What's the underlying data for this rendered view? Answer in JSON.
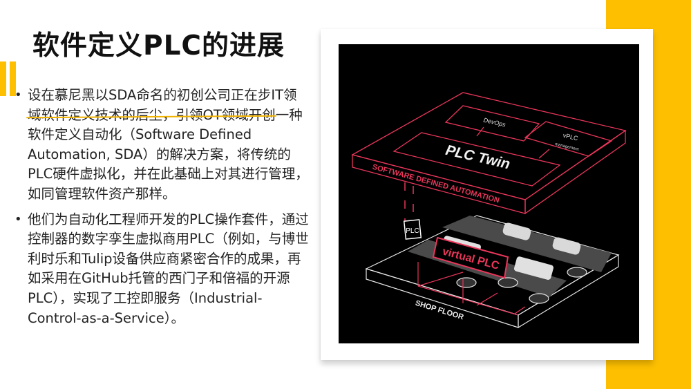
{
  "slide": {
    "title": "软件定义PLC的进展",
    "accent_color": "#FDBF00",
    "bullets": [
      {
        "text": "设在慕尼黑以SDA命名的初创公司正在步IT领域软件定义技术的后尘，引领OT领域开创一种软件定义自动化（Software Defined Automation, SDA）的解决方案，将传统的PLC硬件虚拟化，并在此基础上对其进行管理，如同管理软件资产那样。"
      },
      {
        "text": "他们为自动化工程师开发的PLC操作套件，通过控制器的数字孪生虚拟商用PLC（例如，与博世利时乐和Tulip设备供应商紧密合作的成果，再如采用在GitHub托管的西门子和倍福的开源PLC），实现了工控即服务（Industrial-Control-as-a-Service）。"
      }
    ]
  },
  "figure": {
    "top_layer_label": "SOFTWARE DEFINED AUTOMATION",
    "plc_twin_label": "PLC Twin",
    "devops_label": "DevOps",
    "vplc_label": "vPLC",
    "vplc_sub_label": "management",
    "bottom_layer_label": "SHOP FLOOR",
    "plc_label": "PLC",
    "virtual_plc_label": "virtual PLC",
    "line_color": "#E8365A",
    "shop_line_color": "#e6e6e6"
  }
}
